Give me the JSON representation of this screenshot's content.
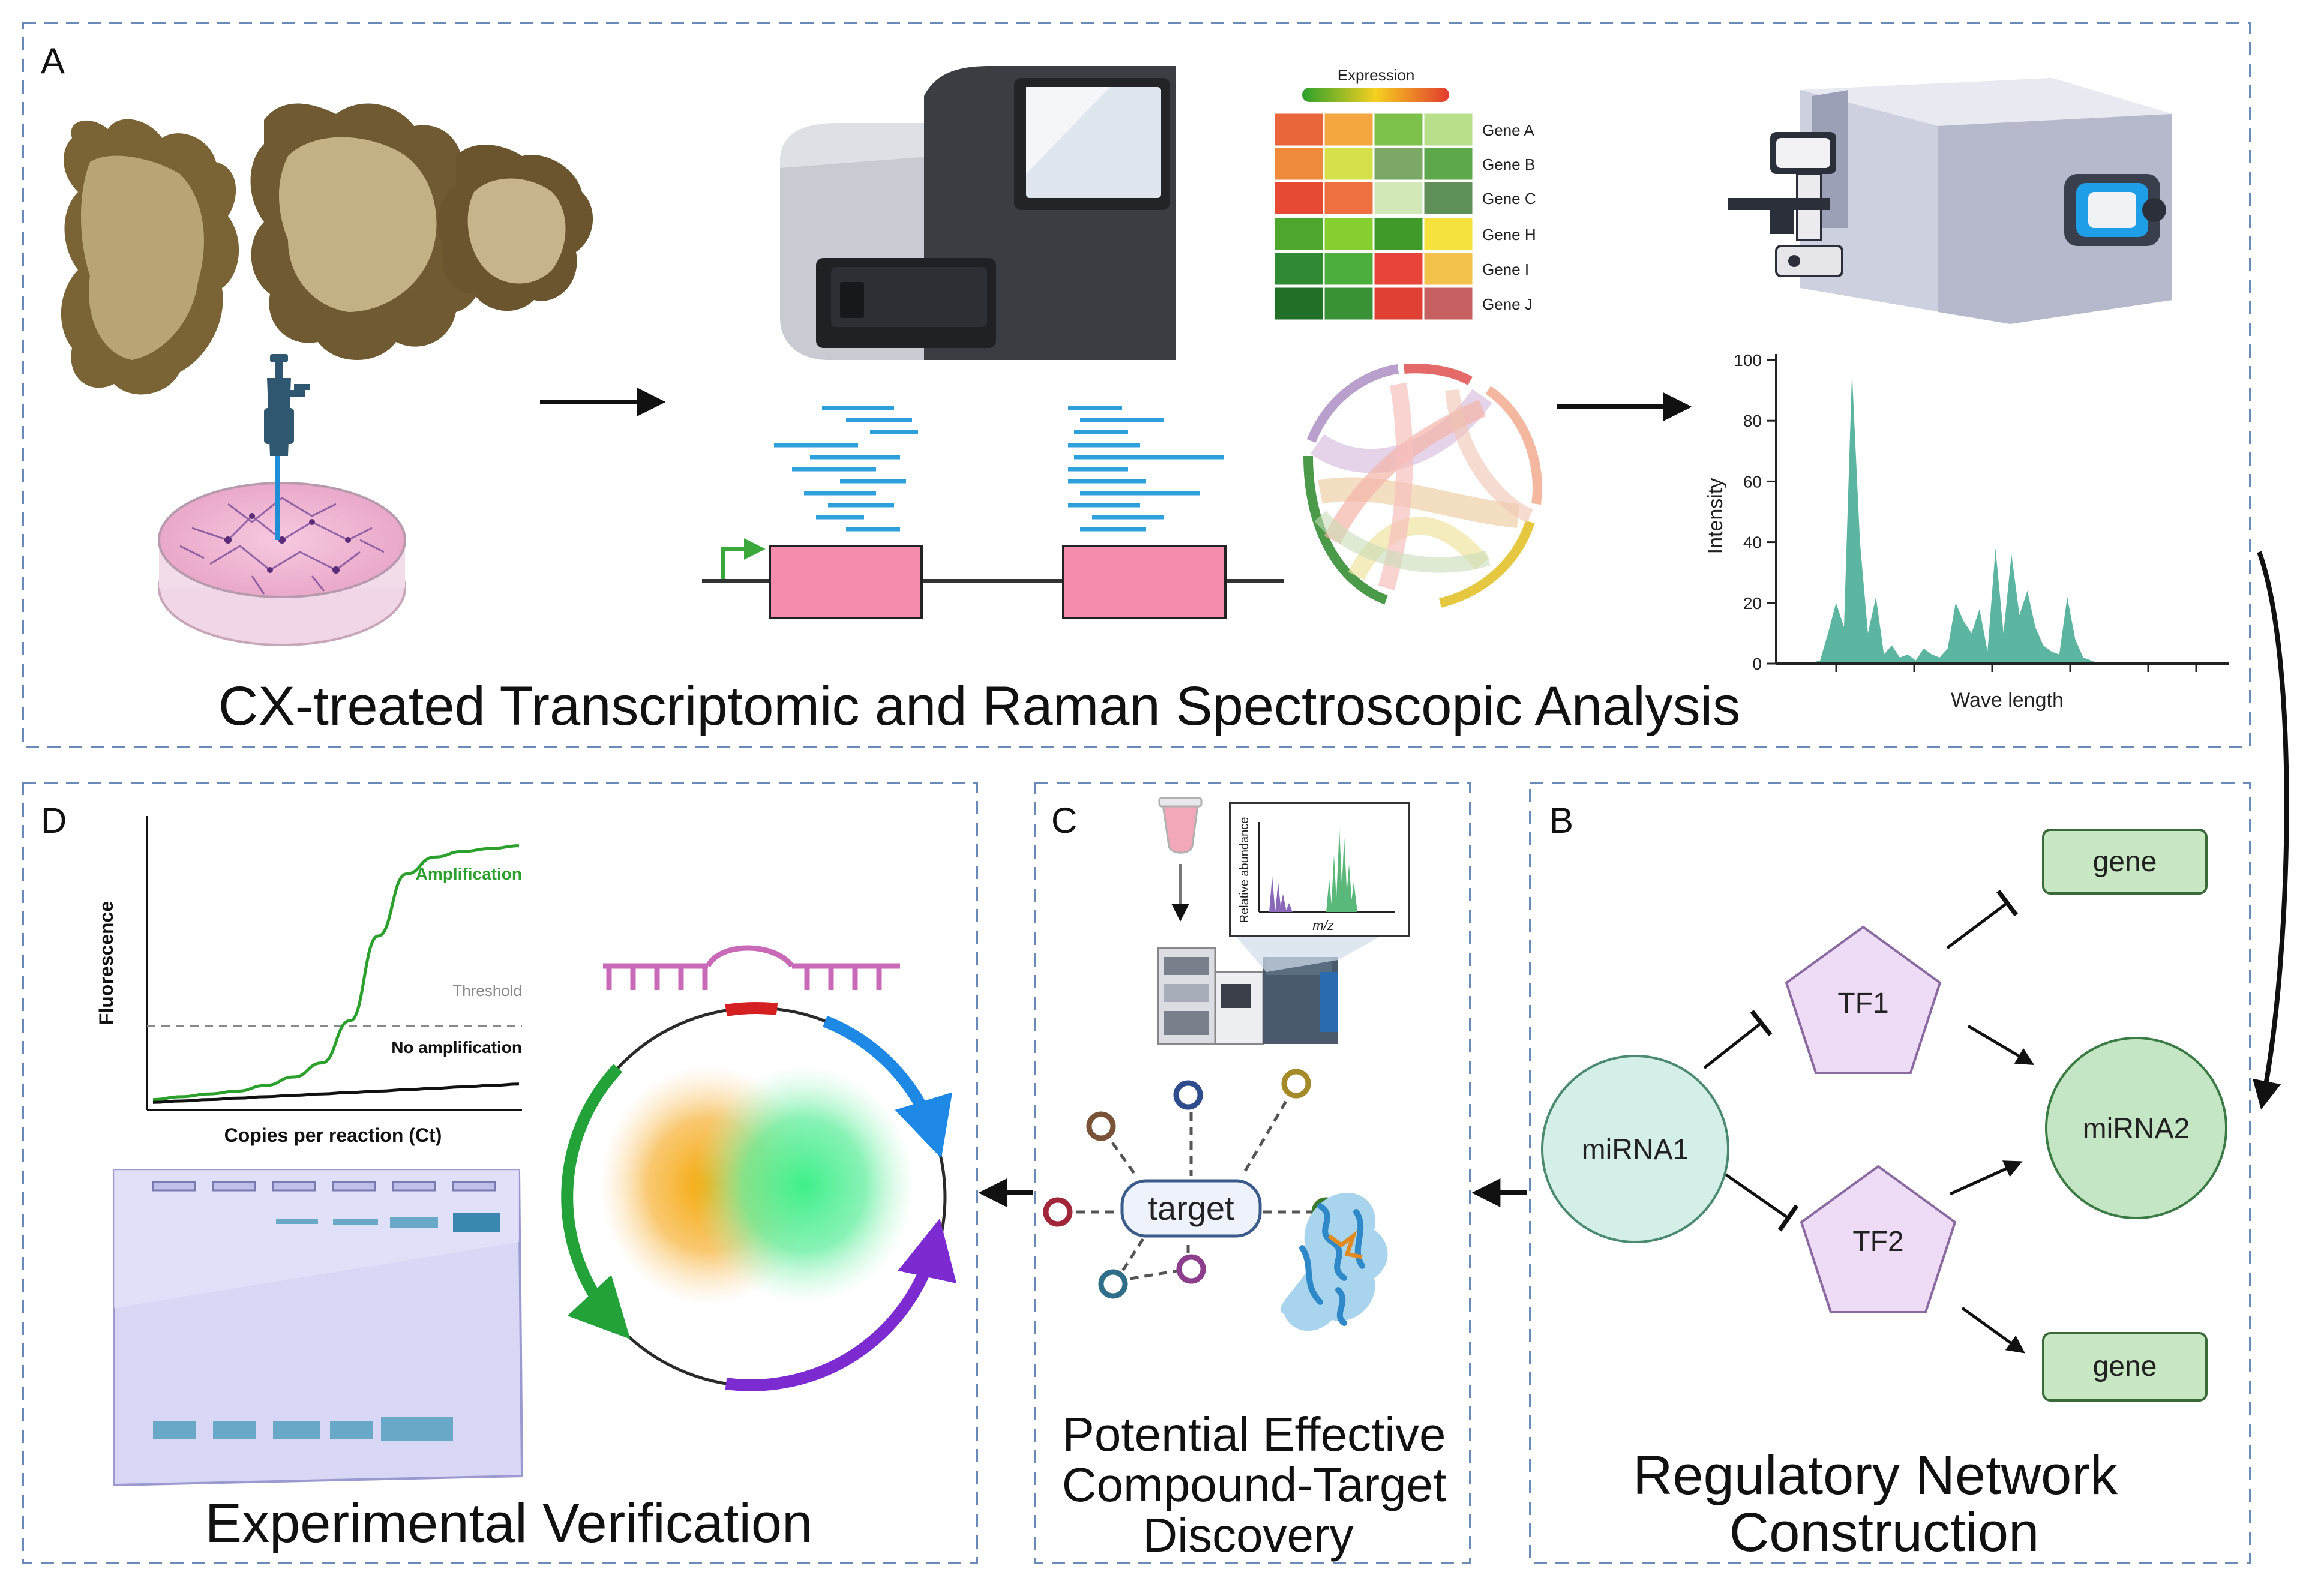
{
  "panels": {
    "a": {
      "letter": "A",
      "title": "CX-treated Transcriptomic and Raman Spectroscopic Analysis"
    },
    "b": {
      "letter": "B",
      "title_line1": "Regulatory Network",
      "title_line2": "Construction"
    },
    "c": {
      "letter": "C",
      "title_line1": "Potential Effective",
      "title_line2": "Compound-Target",
      "title_line3": "Discovery"
    },
    "d": {
      "letter": "D",
      "title": "Experimental Verification"
    }
  },
  "heatmap": {
    "legend_label": "Expression",
    "genes": [
      "Gene A",
      "Gene B",
      "Gene C",
      "Gene H",
      "Gene I",
      "Gene J"
    ],
    "cells": [
      [
        "#e8663a",
        "#f4a640",
        "#7cc24a",
        "#b8df8a"
      ],
      [
        "#ef8a3a",
        "#d6e04a",
        "#7ba866",
        "#5ca84a"
      ],
      [
        "#e64a34",
        "#ee7040",
        "#d2e8b8",
        "#5f8f58"
      ],
      [
        "#4ea62e",
        "#86cf2e",
        "#3f9a2a",
        "#f5e23c"
      ],
      [
        "#2f8a34",
        "#4cae3c",
        "#e8453a",
        "#f2c24a"
      ],
      [
        "#226f28",
        "#3a9236",
        "#e04034",
        "#c76060"
      ]
    ]
  },
  "raman_chart": {
    "chart_data": {
      "type": "area",
      "xlabel": "Wave length",
      "ylabel": "Intensity",
      "ylim": [
        0,
        100
      ],
      "yticks": [
        0,
        20,
        40,
        60,
        80,
        100
      ],
      "x": [
        0,
        5,
        8,
        10,
        12,
        14,
        16,
        18,
        20,
        22,
        24,
        26,
        28,
        30,
        32,
        34,
        36,
        38,
        40,
        42,
        44,
        46,
        48,
        50,
        52,
        54,
        56,
        58,
        60,
        62,
        64,
        66,
        68,
        70,
        72,
        74,
        76,
        78,
        80,
        82,
        84,
        86,
        88,
        90,
        92,
        94,
        96,
        98,
        100
      ],
      "values": [
        0,
        0,
        1,
        10,
        20,
        12,
        96,
        40,
        10,
        22,
        3,
        6,
        2,
        3,
        1,
        5,
        3,
        2,
        5,
        20,
        14,
        10,
        18,
        4,
        38,
        10,
        36,
        16,
        24,
        12,
        6,
        4,
        3,
        22,
        8,
        2,
        1,
        0,
        0,
        0,
        0,
        0,
        0,
        0,
        0,
        0,
        0,
        0,
        0
      ],
      "color": "#5bb5a0"
    }
  },
  "qpcr_chart": {
    "chart_data": {
      "type": "line",
      "xlabel": "Copies per reaction (Ct)",
      "ylabel": "Fluorescence",
      "series": [
        {
          "name": "Amplification",
          "color": "#2ca02c",
          "values": [
            2,
            3,
            4,
            5,
            7,
            10,
            15,
            30,
            60,
            82,
            88,
            90,
            91,
            92
          ]
        },
        {
          "name": "No amplification",
          "color": "#111111",
          "values": [
            1,
            1.5,
            2,
            2.5,
            3,
            3.5,
            4,
            4.5,
            5,
            5.5,
            6,
            6.5,
            7,
            7.5
          ]
        }
      ],
      "threshold": {
        "label": "Threshold",
        "value": 25
      }
    }
  },
  "panel_c": {
    "ms_plot": {
      "ylabel": "Relative abundance",
      "xlabel": "m/z"
    },
    "hub_label": "target",
    "node_colors": [
      "#7a5238",
      "#2e4b8c",
      "#a58a2a",
      "#a0263a",
      "#3b7a2a",
      "#2e6e88",
      "#8c3e8c"
    ]
  },
  "network": {
    "mirna1": "miRNA1",
    "mirna2": "miRNA2",
    "tf1": "TF1",
    "tf2": "TF2",
    "gene_top": "gene",
    "gene_bottom": "gene"
  },
  "colors": {
    "dashed_border": "#6a8bb8",
    "sequencing_reads": "#2ea0dc",
    "exon": "#f58cad",
    "mirna_fill": "#d4eee8",
    "mirna2_fill": "#c4e6c4",
    "tf_fill": "#eedcf6",
    "gene_fill": "#c8e8c4",
    "gel": "#d8d8f6",
    "gel_band": "#6aa8c8"
  }
}
